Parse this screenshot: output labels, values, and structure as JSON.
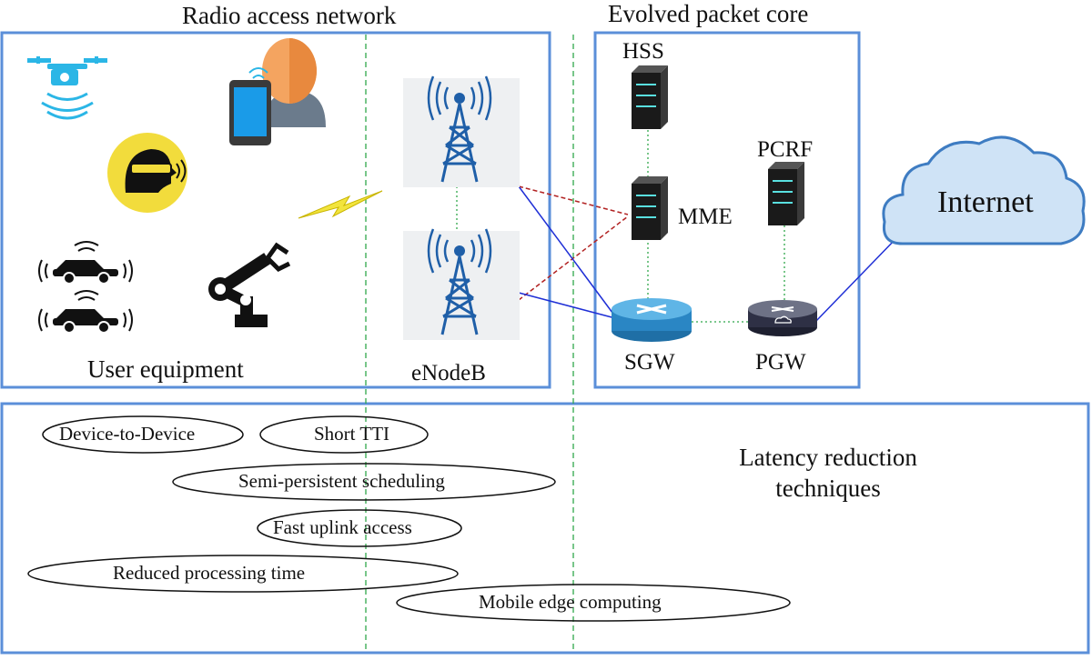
{
  "sections": {
    "radio_access_network": "Radio access network",
    "evolved_packet_core": "Evolved packet core",
    "user_equipment": "User equipment",
    "latency_title": "Latency reduction techniques"
  },
  "nodes": {
    "enodeb": "eNodeB",
    "hss": "HSS",
    "pcrf": "PCRF",
    "mme": "MME",
    "sgw": "SGW",
    "pgw": "PGW",
    "internet": "Internet"
  },
  "techniques": [
    "Device-to-Device",
    "Short TTI",
    "Semi-persistent scheduling",
    "Fast uplink access",
    "Reduced processing time",
    "Mobile edge computing"
  ],
  "colors": {
    "frame_border": "#5b8fd9",
    "green_dashed": "#2fa84a",
    "red_dashed": "#b22222",
    "blue_link": "#1f2fd6",
    "cloud_fill": "#cfe3f6",
    "router_fill": "#2e8bc7",
    "ue_yellow": "#f2dc3c"
  },
  "icons": [
    "drone-icon",
    "smartphone-user-icon",
    "vr-headset-user-icon",
    "connected-car-icon",
    "robot-arm-icon",
    "lightning-link-icon",
    "cell-tower-icon",
    "server-icon",
    "router-icon",
    "cloud-icon"
  ]
}
